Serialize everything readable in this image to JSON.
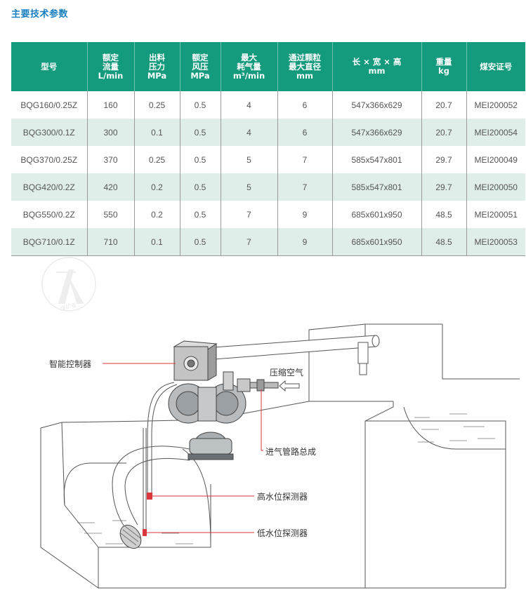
{
  "section_title": "主要技术参数",
  "table": {
    "headers": [
      [
        "型号"
      ],
      [
        "额定",
        "流量",
        "L/min"
      ],
      [
        "出料",
        "压力",
        "MPa"
      ],
      [
        "额定",
        "风压",
        "MPa"
      ],
      [
        "最大",
        "耗气量",
        "m³/min"
      ],
      [
        "通过颗粒",
        "最大直径",
        "mm"
      ],
      [
        "长 × 宽 × 高",
        "mm"
      ],
      [
        "重量",
        "kg"
      ],
      [
        "煤安证号"
      ]
    ],
    "rows": [
      [
        "BQG160/0.25Z",
        "160",
        "0.25",
        "0.5",
        "4",
        "6",
        "547x366x629",
        "20.7",
        "MEI200052"
      ],
      [
        "BQG300/0.1Z",
        "300",
        "0.1",
        "0.5",
        "4",
        "6",
        "547x366x629",
        "20.7",
        "MEI200054"
      ],
      [
        "BQG370/0.25Z",
        "370",
        "0.25",
        "0.5",
        "5",
        "7",
        "585x547x801",
        "29.7",
        "MEI200049"
      ],
      [
        "BQG420/0.2Z",
        "420",
        "0.2",
        "0.5",
        "5",
        "7",
        "585x547x801",
        "29.7",
        "MEI200050"
      ],
      [
        "BQG550/0.2Z",
        "550",
        "0.2",
        "0.5",
        "7",
        "9",
        "685x601x950",
        "48.5",
        "MEI200051"
      ],
      [
        "BQG710/0.1Z",
        "710",
        "0.1",
        "0.5",
        "7",
        "9",
        "685x601x950",
        "48.5",
        "MEI200053"
      ]
    ]
  },
  "watermark": "煤矿安",
  "diagram": {
    "labels": {
      "controller": "智能控制器",
      "compressed_air": "压缩空气",
      "intake_assembly": "进气管路总成",
      "high_probe": "高水位探测器",
      "low_probe": "低水位探测器"
    }
  },
  "colors": {
    "title_blue": "#1a7fc0",
    "header_green": "#149a7c",
    "row_alt": "#e0eeea",
    "leader_red": "#d9363e"
  }
}
